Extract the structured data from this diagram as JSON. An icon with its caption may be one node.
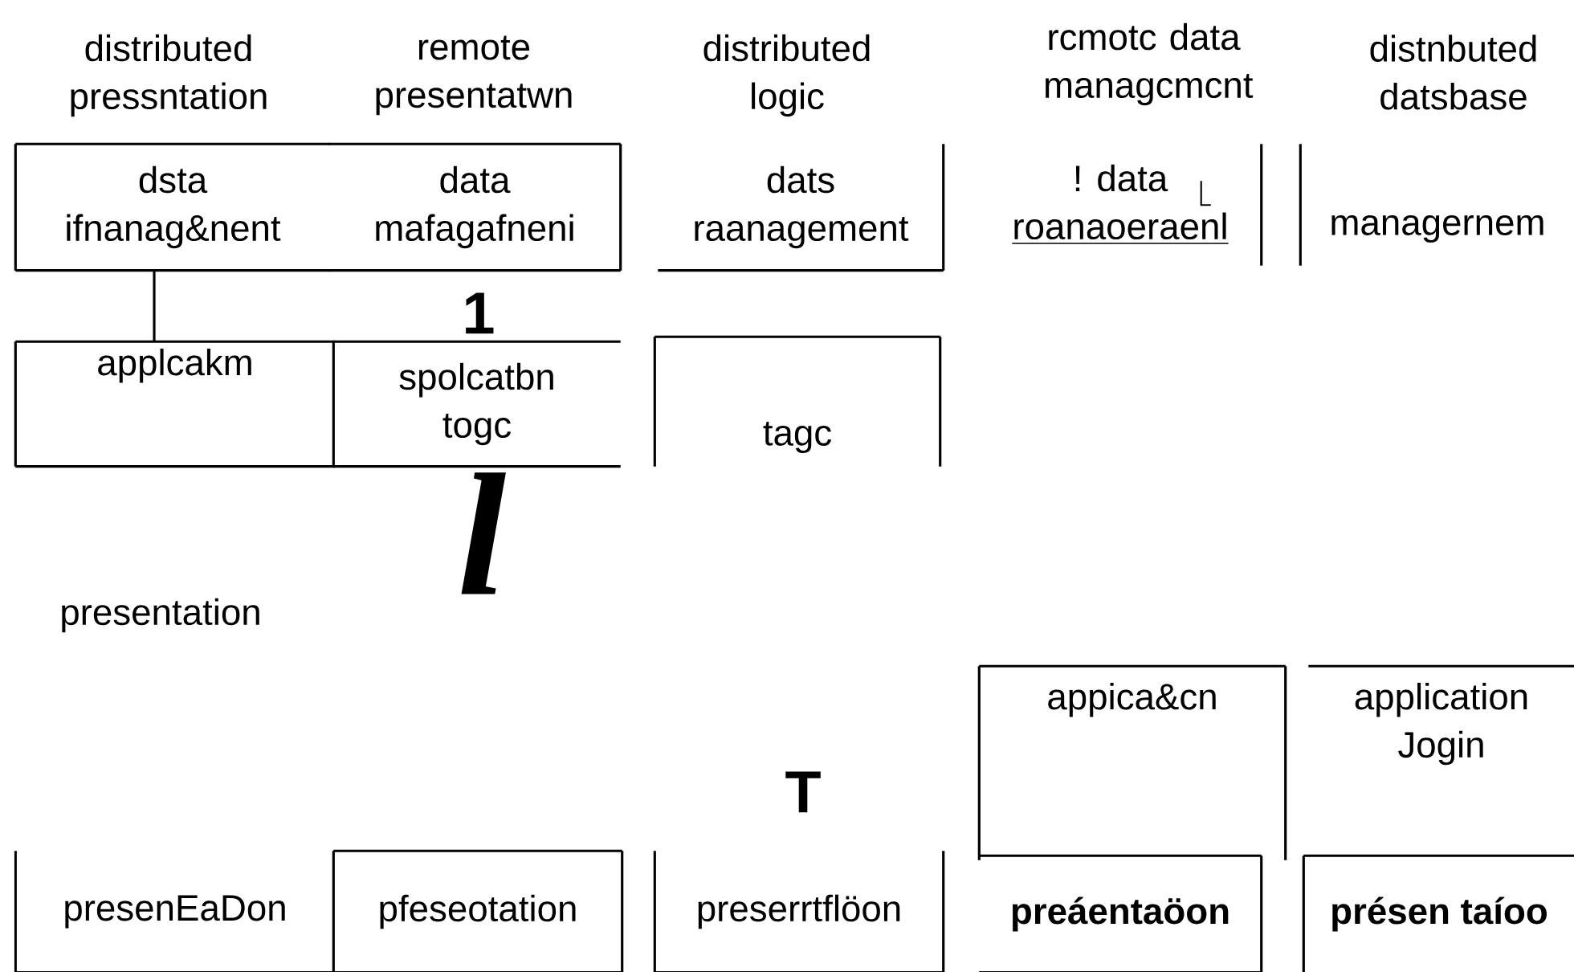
{
  "diagram": {
    "nodes": [
      {
        "text": [
          "dsta ifnanag&nent"
        ]
      },
      {
        "text": [
          "data mafagafneni"
        ]
      },
      {
        "text": [
          "dats raanagement"
        ]
      },
      {
        "text": [
          "! data",
          "roanaoeraenl"
        ]
      },
      {
        "text": [
          "managernem"
        ]
      },
      {
        "text": [
          "applcakm"
        ]
      },
      {
        "text": [
          "spolcatbn togc"
        ]
      },
      {
        "text": [
          "tagc"
        ]
      },
      {
        "text": [
          "appica&cn"
        ]
      },
      {
        "text": [
          "application Jogin"
        ]
      },
      {
        "text": [
          "presenEaDon"
        ]
      },
      {
        "text": [
          "pfeseotation"
        ]
      },
      {
        "text": [
          "preserrtflöon"
        ]
      },
      {
        "text": [
          "preáentaöon"
        ]
      },
      {
        "text": [
          "présen taíoo"
        ]
      }
    ],
    "edges": [
      {
        "from": 0,
        "to": 5,
        "arrow": "none"
      }
    ],
    "labels": [
      "distributed pressntation",
      "remote presentatwn",
      "distributed logic",
      "rcmotc data managcmcnt",
      "distnbuted datsbase",
      "1",
      "l",
      "presentation",
      "T"
    ]
  }
}
